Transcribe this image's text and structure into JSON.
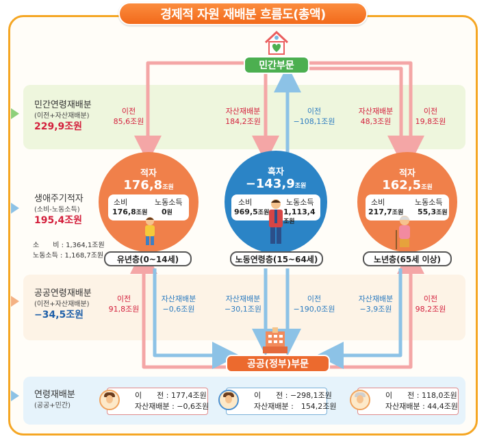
{
  "title": "경제적 자원 재배분 흐름도(총액)",
  "sectors": {
    "private": "민간부문",
    "public": "공공(정부)부문"
  },
  "rows": {
    "private_realloc": {
      "label": "민간연령재배분",
      "sub": "(이전+자산재배분)",
      "value": "229,9조원"
    },
    "lifecycle_deficit": {
      "label": "생애주기적자",
      "sub": "(소비-노동소득)",
      "value": "195,4조원",
      "consumption_label": "소　　비",
      "consumption_value": ": 1,364,1조원",
      "labor_label": "노동소득",
      "labor_value": ": 1,168,7조원"
    },
    "public_realloc": {
      "label": "공공연령재배분",
      "sub": "(이전+자산재배분)",
      "value": "−34,5조원"
    },
    "age_realloc": {
      "label": "연령재배분",
      "sub": "(공공+민간)"
    }
  },
  "flows_private": [
    {
      "label": "이전",
      "value": "85,6조원",
      "color": "red"
    },
    {
      "label": "자산재배분",
      "value": "184,2조원",
      "color": "red"
    },
    {
      "label": "이전",
      "value": "−108,1조원",
      "color": "blue"
    },
    {
      "label": "자산재배분",
      "value": "48,3조원",
      "color": "red"
    },
    {
      "label": "이전",
      "value": "19,8조원",
      "color": "red"
    }
  ],
  "flows_public": [
    {
      "label": "이전",
      "value": "91,8조원",
      "color": "red"
    },
    {
      "label": "자산재배분",
      "value": "−0,6조원",
      "color": "blue"
    },
    {
      "label": "자산재배분",
      "value": "−30,1조원",
      "color": "blue"
    },
    {
      "label": "이전",
      "value": "−190,0조원",
      "color": "blue"
    },
    {
      "label": "자산재배분",
      "value": "−3,9조원",
      "color": "blue"
    },
    {
      "label": "이전",
      "value": "98,2조원",
      "color": "red"
    }
  ],
  "groups": [
    {
      "status": "적자",
      "amount": "176,8",
      "unit": "조원",
      "consumption_label": "소비",
      "consumption": "176,8",
      "consumption_unit": "조원",
      "labor_label": "노동소득",
      "labor": "0",
      "labor_unit": "원",
      "name": "유년층(0~14세)",
      "color": "#f0804a"
    },
    {
      "status": "흑자",
      "amount": "−143,9",
      "unit": "조원",
      "consumption_label": "소비",
      "consumption": "969,5",
      "consumption_unit": "조원",
      "labor_label": "노동소득",
      "labor": "1,113,4",
      "labor_unit": "조원",
      "name": "노동연령층(15~64세)",
      "color": "#2b84c6"
    },
    {
      "status": "적자",
      "amount": "162,5",
      "unit": "조원",
      "consumption_label": "소비",
      "consumption": "217,7",
      "consumption_unit": "조원",
      "labor_label": "노동소득",
      "labor": "55,3",
      "labor_unit": "조원",
      "name": "노년층(65세 이상)",
      "color": "#f0804a"
    }
  ],
  "summaries": [
    {
      "transfer_label": "이　　전",
      "transfer": ": 177,4조원",
      "asset_label": "자산재배분",
      "asset": ": −0,6조원"
    },
    {
      "transfer_label": "이　　전",
      "transfer": ": −298,1조원",
      "asset_label": "자산재배분",
      "asset": ":　154,2조원"
    },
    {
      "transfer_label": "이　　전",
      "transfer": ": 118,0조원",
      "asset_label": "자산재배분",
      "asset": ": 44,4조원"
    }
  ],
  "colors": {
    "orange": "#f0804a",
    "blue": "#2b84c6",
    "green": "#4caf50",
    "red": "#d31e3b",
    "pink_line": "#f4a6a6",
    "blue_line": "#8cc2e6"
  },
  "icons": [
    "house-icon",
    "building-icon",
    "child-icon",
    "adult-icon",
    "elder-icon"
  ]
}
